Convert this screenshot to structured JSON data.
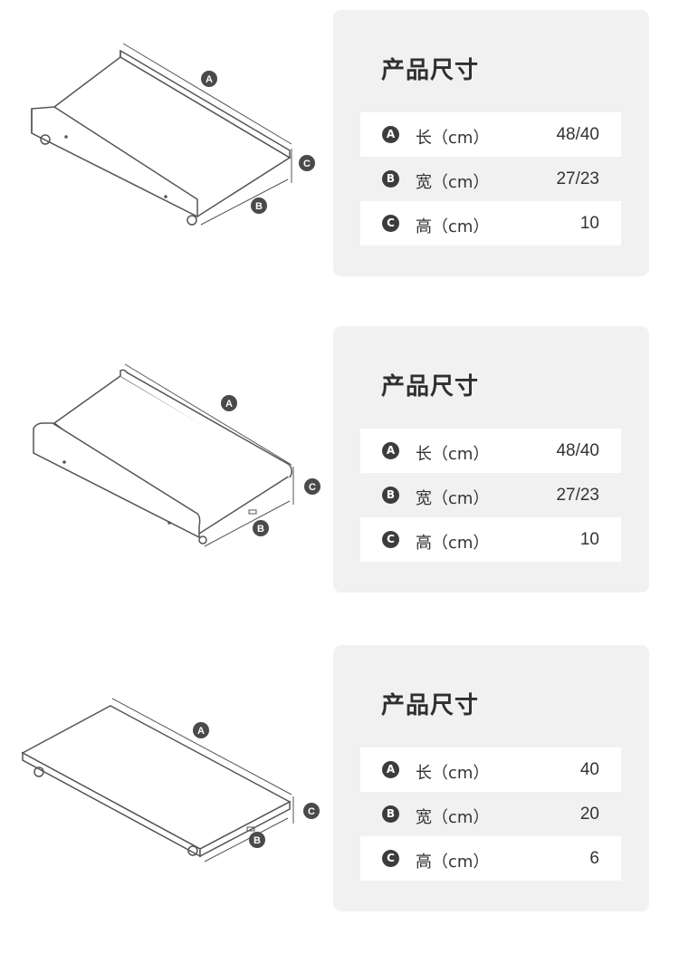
{
  "products": [
    {
      "illustration_labels": [
        "A",
        "B",
        "C"
      ],
      "title": "产品尺寸",
      "rows": [
        {
          "badge": "A",
          "label": "长（cm）",
          "value": "48/40"
        },
        {
          "badge": "B",
          "label": "宽（cm）",
          "value": "27/23"
        },
        {
          "badge": "C",
          "label": "高（cm）",
          "value": "10"
        }
      ]
    },
    {
      "illustration_labels": [
        "A",
        "B",
        "C"
      ],
      "title": "产品尺寸",
      "rows": [
        {
          "badge": "A",
          "label": "长（cm）",
          "value": "48/40"
        },
        {
          "badge": "B",
          "label": "宽（cm）",
          "value": "27/23"
        },
        {
          "badge": "C",
          "label": "高（cm）",
          "value": "10"
        }
      ]
    },
    {
      "illustration_labels": [
        "A",
        "B",
        "C"
      ],
      "title": "产品尺寸",
      "rows": [
        {
          "badge": "A",
          "label": "长（cm）",
          "value": "40"
        },
        {
          "badge": "B",
          "label": "宽（cm）",
          "value": "20"
        },
        {
          "badge": "C",
          "label": "高（cm）",
          "value": "6"
        }
      ]
    }
  ]
}
